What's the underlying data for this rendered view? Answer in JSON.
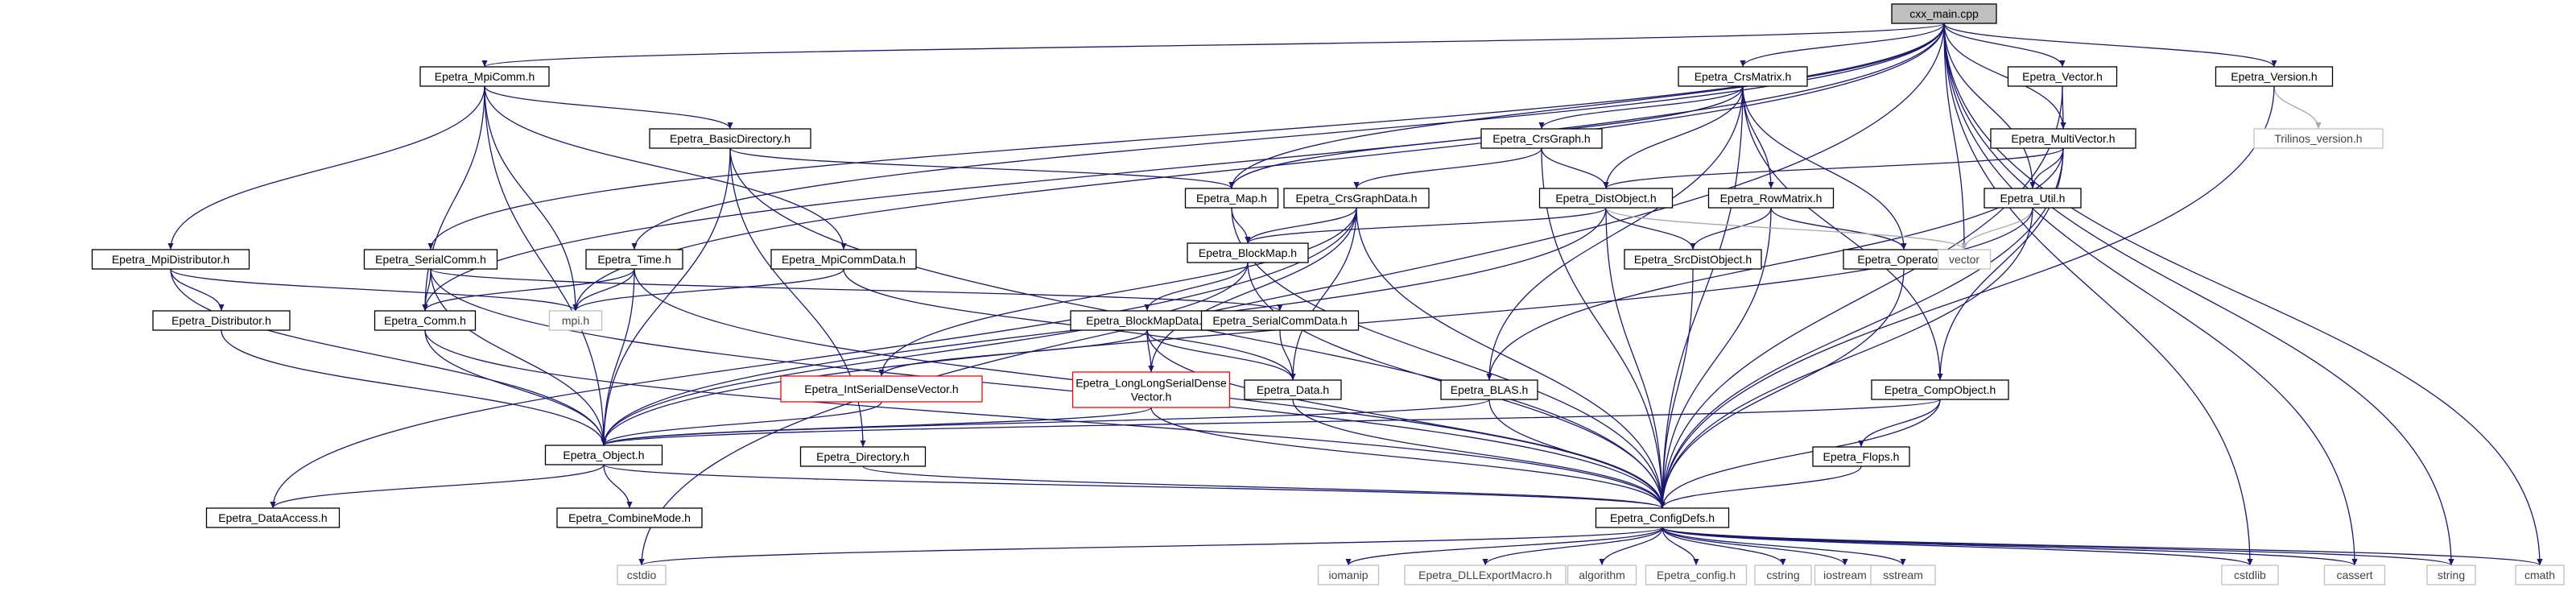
{
  "diagram": {
    "title": "cxx_main.cpp dependency graph",
    "nodes": [
      {
        "id": "cxx_main",
        "label": [
          "cxx_main.cpp"
        ],
        "kind": "root"
      },
      {
        "id": "mpicomm",
        "label": [
          "Epetra_MpiComm.h"
        ],
        "kind": "normal"
      },
      {
        "id": "crsmatrix",
        "label": [
          "Epetra_CrsMatrix.h"
        ],
        "kind": "normal"
      },
      {
        "id": "vectorh",
        "label": [
          "Epetra_Vector.h"
        ],
        "kind": "normal"
      },
      {
        "id": "versionh",
        "label": [
          "Epetra_Version.h"
        ],
        "kind": "normal"
      },
      {
        "id": "basicdir",
        "label": [
          "Epetra_BasicDirectory.h"
        ],
        "kind": "normal"
      },
      {
        "id": "crsgraph",
        "label": [
          "Epetra_CrsGraph.h"
        ],
        "kind": "normal"
      },
      {
        "id": "multivector",
        "label": [
          "Epetra_MultiVector.h"
        ],
        "kind": "normal"
      },
      {
        "id": "trilinos",
        "label": [
          "Trilinos_version.h"
        ],
        "kind": "system"
      },
      {
        "id": "maph",
        "label": [
          "Epetra_Map.h"
        ],
        "kind": "normal"
      },
      {
        "id": "crsgraphdata",
        "label": [
          "Epetra_CrsGraphData.h"
        ],
        "kind": "normal"
      },
      {
        "id": "distobject",
        "label": [
          "Epetra_DistObject.h"
        ],
        "kind": "normal"
      },
      {
        "id": "rowmatrix",
        "label": [
          "Epetra_RowMatrix.h"
        ],
        "kind": "normal"
      },
      {
        "id": "utilh",
        "label": [
          "Epetra_Util.h"
        ],
        "kind": "normal"
      },
      {
        "id": "mpidist",
        "label": [
          "Epetra_MpiDistributor.h"
        ],
        "kind": "normal"
      },
      {
        "id": "serialcomm",
        "label": [
          "Epetra_SerialComm.h"
        ],
        "kind": "normal"
      },
      {
        "id": "timeh",
        "label": [
          "Epetra_Time.h"
        ],
        "kind": "normal"
      },
      {
        "id": "mpicommdata",
        "label": [
          "Epetra_MpiCommData.h"
        ],
        "kind": "normal"
      },
      {
        "id": "blockmap",
        "label": [
          "Epetra_BlockMap.h"
        ],
        "kind": "normal"
      },
      {
        "id": "srcdist",
        "label": [
          "Epetra_SrcDistObject.h"
        ],
        "kind": "normal"
      },
      {
        "id": "operator",
        "label": [
          "Epetra_Operator.h"
        ],
        "kind": "normal"
      },
      {
        "id": "vector",
        "label": [
          "vector"
        ],
        "kind": "system"
      },
      {
        "id": "distributor",
        "label": [
          "Epetra_Distributor.h"
        ],
        "kind": "normal"
      },
      {
        "id": "commh",
        "label": [
          "Epetra_Comm.h"
        ],
        "kind": "normal"
      },
      {
        "id": "mpih",
        "label": [
          "mpi.h"
        ],
        "kind": "system"
      },
      {
        "id": "blockmapdata",
        "label": [
          "Epetra_BlockMapData.h"
        ],
        "kind": "normal"
      },
      {
        "id": "serialcommdata",
        "label": [
          "Epetra_SerialCommData.h"
        ],
        "kind": "normal"
      },
      {
        "id": "intserial",
        "label": [
          "Epetra_IntSerialDenseVector.h"
        ],
        "kind": "highlight"
      },
      {
        "id": "longlong",
        "label": [
          "Epetra_LongLongSerialDense",
          "Vector.h"
        ],
        "kind": "highlight"
      },
      {
        "id": "datah",
        "label": [
          "Epetra_Data.h"
        ],
        "kind": "normal"
      },
      {
        "id": "blash",
        "label": [
          "Epetra_BLAS.h"
        ],
        "kind": "normal"
      },
      {
        "id": "compobject",
        "label": [
          "Epetra_CompObject.h"
        ],
        "kind": "normal"
      },
      {
        "id": "objecth",
        "label": [
          "Epetra_Object.h"
        ],
        "kind": "normal"
      },
      {
        "id": "directory",
        "label": [
          "Epetra_Directory.h"
        ],
        "kind": "normal"
      },
      {
        "id": "flops",
        "label": [
          "Epetra_Flops.h"
        ],
        "kind": "normal"
      },
      {
        "id": "dataaccess",
        "label": [
          "Epetra_DataAccess.h"
        ],
        "kind": "normal"
      },
      {
        "id": "combinemode",
        "label": [
          "Epetra_CombineMode.h"
        ],
        "kind": "normal"
      },
      {
        "id": "configdefs",
        "label": [
          "Epetra_ConfigDefs.h"
        ],
        "kind": "normal"
      },
      {
        "id": "cstdio",
        "label": [
          "cstdio"
        ],
        "kind": "system"
      },
      {
        "id": "iomanip",
        "label": [
          "iomanip"
        ],
        "kind": "system"
      },
      {
        "id": "dllexport",
        "label": [
          "Epetra_DLLExportMacro.h"
        ],
        "kind": "system"
      },
      {
        "id": "algorithm",
        "label": [
          "algorithm"
        ],
        "kind": "system"
      },
      {
        "id": "epconfig",
        "label": [
          "Epetra_config.h"
        ],
        "kind": "system"
      },
      {
        "id": "cstring",
        "label": [
          "cstring"
        ],
        "kind": "system"
      },
      {
        "id": "iostream",
        "label": [
          "iostream"
        ],
        "kind": "system"
      },
      {
        "id": "sstream",
        "label": [
          "sstream"
        ],
        "kind": "system"
      },
      {
        "id": "cstdlib",
        "label": [
          "cstdlib"
        ],
        "kind": "system"
      },
      {
        "id": "cassert",
        "label": [
          "cassert"
        ],
        "kind": "system"
      },
      {
        "id": "string",
        "label": [
          "string"
        ],
        "kind": "system"
      },
      {
        "id": "cmath",
        "label": [
          "cmath"
        ],
        "kind": "system"
      }
    ],
    "edges": [
      [
        "cxx_main",
        "mpicomm"
      ],
      [
        "cxx_main",
        "crsmatrix"
      ],
      [
        "cxx_main",
        "vectorh"
      ],
      [
        "cxx_main",
        "versionh"
      ],
      [
        "cxx_main",
        "maph"
      ],
      [
        "cxx_main",
        "multivector"
      ],
      [
        "cxx_main",
        "utilh"
      ],
      [
        "cxx_main",
        "serialcomm"
      ],
      [
        "cxx_main",
        "timeh"
      ],
      [
        "cxx_main",
        "commh"
      ],
      [
        "cxx_main",
        "mpih"
      ],
      [
        "cxx_main",
        "vector"
      ],
      [
        "cxx_main",
        "cstdio"
      ],
      [
        "cxx_main",
        "cstdlib"
      ],
      [
        "cxx_main",
        "cassert"
      ],
      [
        "cxx_main",
        "string"
      ],
      [
        "cxx_main",
        "cmath"
      ],
      [
        "mpicomm",
        "basicdir"
      ],
      [
        "mpicomm",
        "mpicommdata"
      ],
      [
        "mpicomm",
        "mpidist"
      ],
      [
        "mpicomm",
        "commh"
      ],
      [
        "mpicomm",
        "mpih"
      ],
      [
        "mpicomm",
        "objecth"
      ],
      [
        "basicdir",
        "maph"
      ],
      [
        "basicdir",
        "directory"
      ],
      [
        "basicdir",
        "objecth"
      ],
      [
        "basicdir",
        "configdefs"
      ],
      [
        "crsmatrix",
        "crsgraph"
      ],
      [
        "crsmatrix",
        "maph"
      ],
      [
        "crsmatrix",
        "distobject"
      ],
      [
        "crsmatrix",
        "rowmatrix"
      ],
      [
        "crsmatrix",
        "operator"
      ],
      [
        "crsmatrix",
        "blash"
      ],
      [
        "crsmatrix",
        "compobject"
      ],
      [
        "crsmatrix",
        "configdefs"
      ],
      [
        "crsgraph",
        "crsgraphdata"
      ],
      [
        "crsgraph",
        "distobject"
      ],
      [
        "crsgraph",
        "configdefs"
      ],
      [
        "vectorh",
        "multivector"
      ],
      [
        "vectorh",
        "configdefs"
      ],
      [
        "versionh",
        "trilinos"
      ],
      [
        "versionh",
        "configdefs"
      ],
      [
        "multivector",
        "distobject"
      ],
      [
        "multivector",
        "utilh"
      ],
      [
        "multivector",
        "blash"
      ],
      [
        "multivector",
        "compobject"
      ],
      [
        "multivector",
        "configdefs"
      ],
      [
        "maph",
        "blockmap"
      ],
      [
        "maph",
        "configdefs"
      ],
      [
        "crsgraphdata",
        "blockmap"
      ],
      [
        "crsgraphdata",
        "datah"
      ],
      [
        "crsgraphdata",
        "intserial"
      ],
      [
        "crsgraphdata",
        "longlong"
      ],
      [
        "crsgraphdata",
        "dataaccess"
      ],
      [
        "crsgraphdata",
        "configdefs"
      ],
      [
        "distobject",
        "blockmap"
      ],
      [
        "distobject",
        "srcdist"
      ],
      [
        "distobject",
        "configdefs"
      ],
      [
        "distobject",
        "objecth"
      ],
      [
        "rowmatrix",
        "srcdist"
      ],
      [
        "rowmatrix",
        "operator"
      ],
      [
        "rowmatrix",
        "configdefs"
      ],
      [
        "utilh",
        "vector"
      ],
      [
        "utilh",
        "configdefs"
      ],
      [
        "utilh",
        "objecth"
      ],
      [
        "mpidist",
        "distributor"
      ],
      [
        "mpidist",
        "mpih"
      ],
      [
        "mpidist",
        "objecth"
      ],
      [
        "serialcomm",
        "commh"
      ],
      [
        "serialcomm",
        "serialcommdata"
      ],
      [
        "serialcomm",
        "objecth"
      ],
      [
        "serialcomm",
        "configdefs"
      ],
      [
        "timeh",
        "commh"
      ],
      [
        "timeh",
        "mpih"
      ],
      [
        "timeh",
        "objecth"
      ],
      [
        "timeh",
        "configdefs"
      ],
      [
        "mpicommdata",
        "mpih"
      ],
      [
        "mpicommdata",
        "datah"
      ],
      [
        "blockmap",
        "blockmapdata"
      ],
      [
        "blockmap",
        "objecth"
      ],
      [
        "blockmap",
        "configdefs"
      ],
      [
        "srcdist",
        "configdefs"
      ],
      [
        "operator",
        "configdefs"
      ],
      [
        "distributor",
        "objecth"
      ],
      [
        "commh",
        "objecth"
      ],
      [
        "commh",
        "configdefs"
      ],
      [
        "blockmapdata",
        "intserial"
      ],
      [
        "blockmapdata",
        "longlong"
      ],
      [
        "blockmapdata",
        "datah"
      ],
      [
        "blockmapdata",
        "configdefs"
      ],
      [
        "serialcommdata",
        "datah"
      ],
      [
        "intserial",
        "objecth"
      ],
      [
        "longlong",
        "objecth"
      ],
      [
        "longlong",
        "configdefs"
      ],
      [
        "datah",
        "configdefs"
      ],
      [
        "blash",
        "objecth"
      ],
      [
        "blash",
        "configdefs"
      ],
      [
        "compobject",
        "objecth"
      ],
      [
        "compobject",
        "flops"
      ],
      [
        "compobject",
        "configdefs"
      ],
      [
        "flops",
        "configdefs"
      ],
      [
        "directory",
        "configdefs"
      ],
      [
        "objecth",
        "dataaccess"
      ],
      [
        "objecth",
        "combinemode"
      ],
      [
        "objecth",
        "configdefs"
      ],
      [
        "configdefs",
        "cstdio"
      ],
      [
        "configdefs",
        "iomanip"
      ],
      [
        "configdefs",
        "dllexport"
      ],
      [
        "configdefs",
        "algorithm"
      ],
      [
        "configdefs",
        "epconfig"
      ],
      [
        "configdefs",
        "cstring"
      ],
      [
        "configdefs",
        "iostream"
      ],
      [
        "configdefs",
        "sstream"
      ],
      [
        "configdefs",
        "cstdlib"
      ],
      [
        "configdefs",
        "cassert"
      ],
      [
        "configdefs",
        "string"
      ],
      [
        "configdefs",
        "cmath"
      ]
    ],
    "gray_edges": [
      [
        "versionh",
        "trilinos"
      ],
      [
        "utilh",
        "vector"
      ],
      [
        "distobject",
        "vector"
      ]
    ],
    "colors": {
      "edge": "#191970",
      "root_fill": "#bfbfbf",
      "highlight_border": "#ff0000",
      "system_border": "#bfbfbf"
    }
  }
}
